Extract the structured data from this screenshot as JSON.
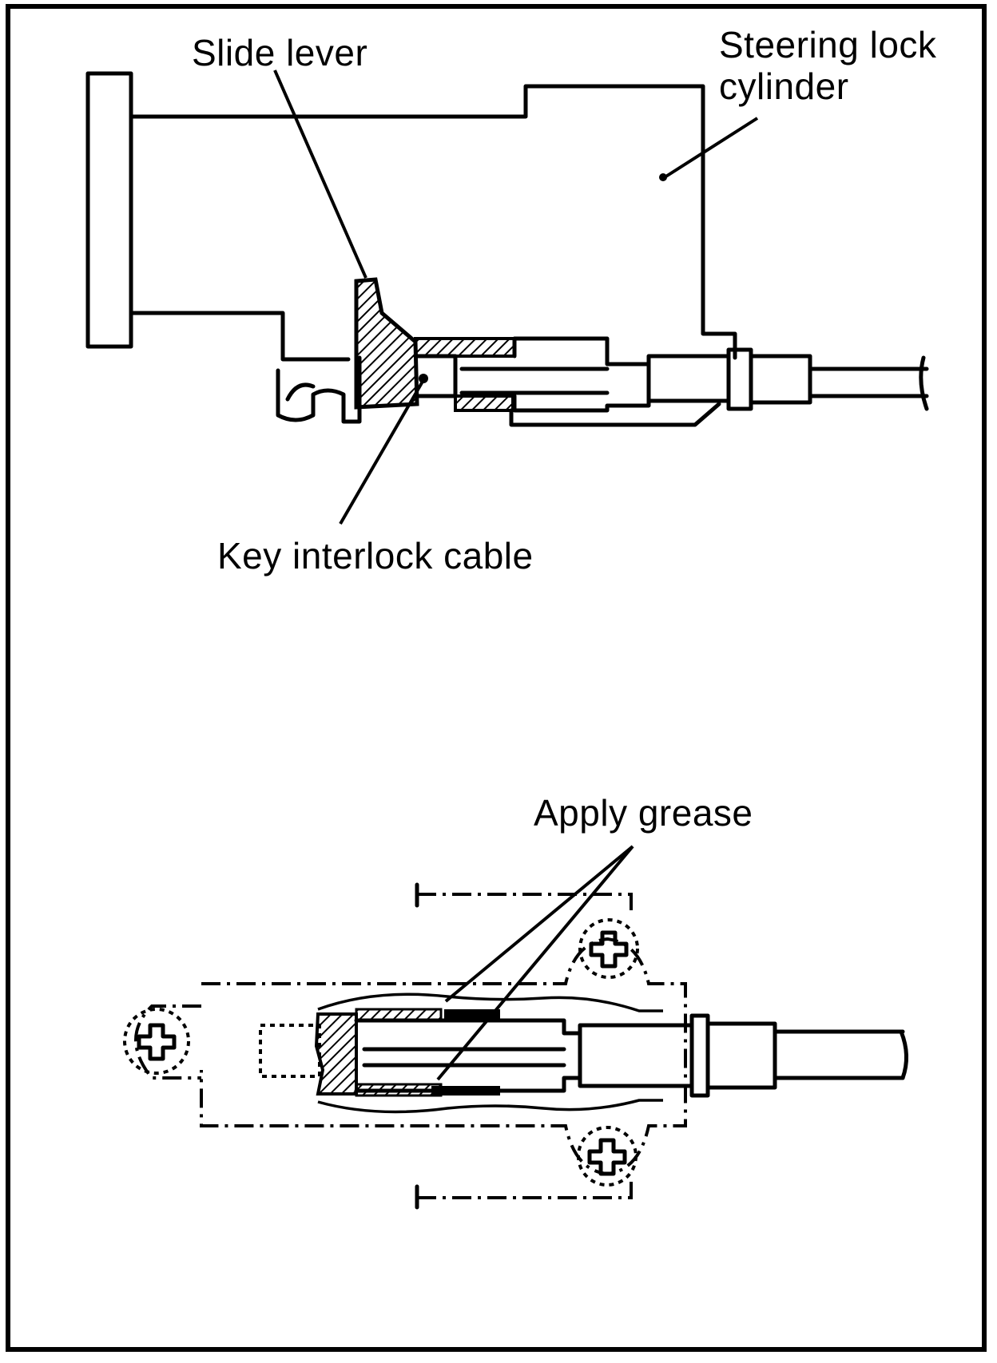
{
  "labels": {
    "slide_lever": "Slide lever",
    "steering_lock_line1": "Steering lock",
    "steering_lock_line2": "cylinder",
    "key_interlock_cable": "Key interlock cable",
    "apply_grease": "Apply grease"
  },
  "colors": {
    "ink": "#000000",
    "paper": "#ffffff"
  }
}
